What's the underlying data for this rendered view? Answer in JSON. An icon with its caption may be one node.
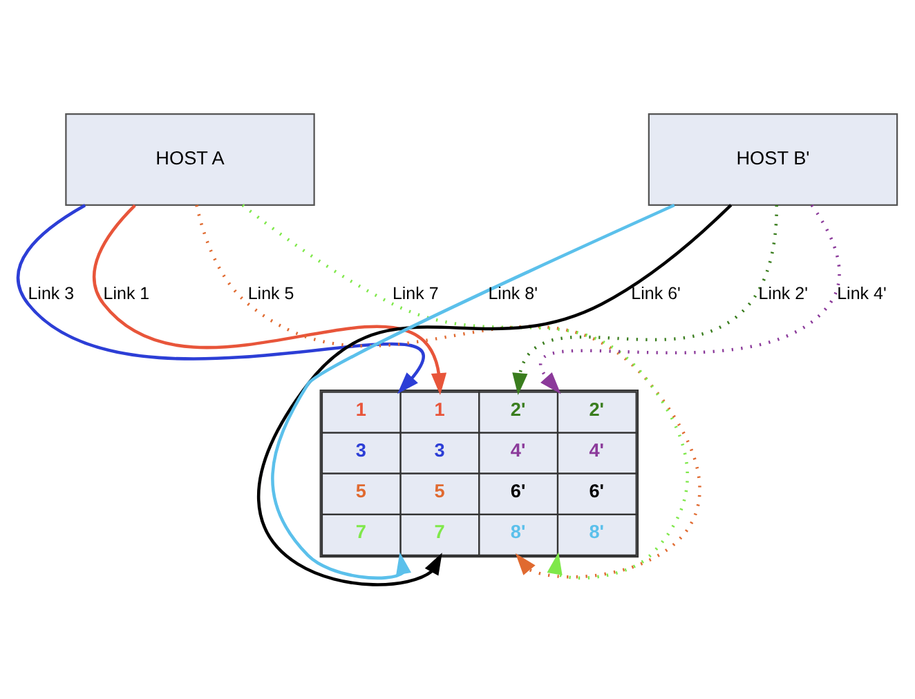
{
  "diagram": {
    "nodes": [
      {
        "text": [
          "HOST A"
        ]
      },
      {
        "text": [
          "HOST B'"
        ]
      },
      {
        "text": [
          "1",
          "1",
          "2'",
          "2'",
          "3",
          "3",
          "4'",
          "4'",
          "5",
          "5",
          "6'",
          "6'",
          "7",
          "7",
          "8'",
          "8'"
        ]
      }
    ],
    "edges": [
      {
        "from": 0,
        "to": 2,
        "arrow": "to",
        "label": "Link 1",
        "color": "#e8553a"
      },
      {
        "from": 0,
        "to": 2,
        "arrow": "to",
        "label": "Link 3",
        "color": "#2c3ed6"
      },
      {
        "from": 1,
        "to": 2,
        "arrow": "to",
        "label": "Link 2'",
        "style": "dashed",
        "color": "#3a7d1e"
      },
      {
        "from": 1,
        "to": 2,
        "arrow": "to",
        "label": "Link 4'",
        "style": "dashed",
        "color": "#8b3a9a"
      },
      {
        "from": 0,
        "to": 2,
        "arrow": "to",
        "label": "Link 5",
        "style": "dashed",
        "color": "#e06a30"
      },
      {
        "from": 0,
        "to": 2,
        "arrow": "to",
        "label": "Link 7",
        "style": "dashed",
        "color": "#7fe84a"
      },
      {
        "from": 1,
        "to": 2,
        "arrow": "to",
        "label": "Link 6'",
        "color": "#000000"
      },
      {
        "from": 1,
        "to": 2,
        "arrow": "to",
        "label": "Link 8'",
        "color": "#5bc0eb"
      }
    ]
  }
}
